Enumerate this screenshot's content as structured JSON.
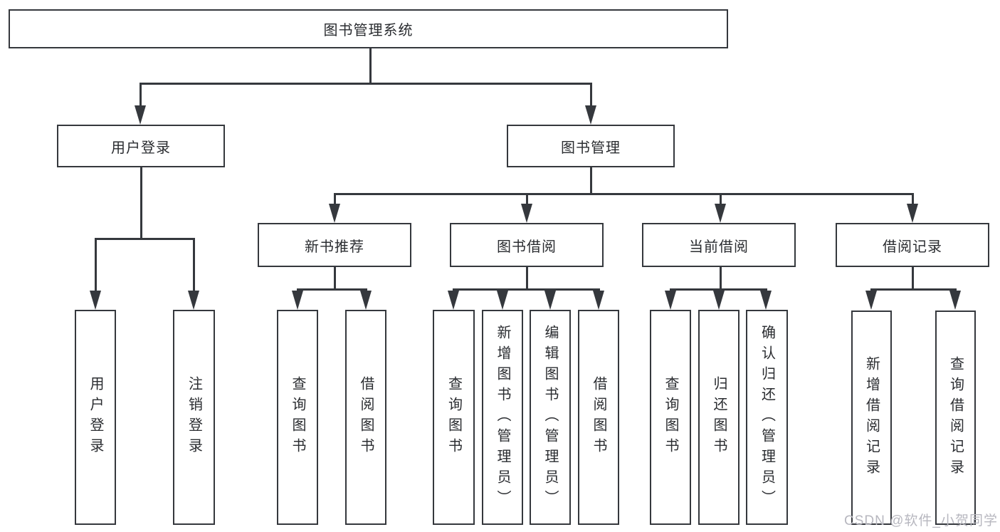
{
  "diagram": {
    "type": "tree",
    "root": {
      "label": "图书管理系统"
    },
    "branches": [
      {
        "label": "用户登录",
        "children": [
          {
            "label": "用户登录"
          },
          {
            "label": "注销登录"
          }
        ]
      },
      {
        "label": "图书管理",
        "children": [
          {
            "label": "新书推荐",
            "children": [
              {
                "label": "查询图书"
              },
              {
                "label": "借阅图书"
              }
            ]
          },
          {
            "label": "图书借阅",
            "children": [
              {
                "label": "查询图书"
              },
              {
                "label": "新增图书（管理员）"
              },
              {
                "label": "编辑图书（管理员）"
              },
              {
                "label": "借阅图书"
              }
            ]
          },
          {
            "label": "当前借阅",
            "children": [
              {
                "label": "查询图书"
              },
              {
                "label": "归还图书"
              },
              {
                "label": "确认归还（管理员）"
              }
            ]
          },
          {
            "label": "借阅记录",
            "children": [
              {
                "label": "新增借阅记录"
              },
              {
                "label": "查询借阅记录"
              }
            ]
          }
        ]
      }
    ]
  },
  "watermark": {
    "text": "CSDN @软件_小贺同学"
  },
  "colors": {
    "line": "#35383d",
    "text": "#2a2c30",
    "watermark": "#b7b7bf",
    "background": "#ffffff"
  }
}
